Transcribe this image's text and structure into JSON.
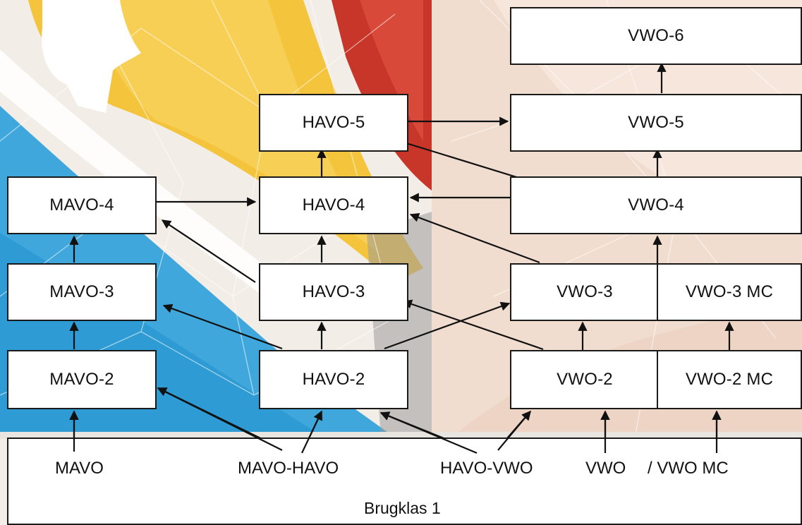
{
  "boxes": {
    "vwo6": "VWO-6",
    "havo5": "HAVO-5",
    "vwo5": "VWO-5",
    "mavo4": "MAVO-4",
    "havo4": "HAVO-4",
    "vwo4": "VWO-4",
    "mavo3": "MAVO-3",
    "havo3": "HAVO-3",
    "vwo3": "VWO-3",
    "vwo3mc": "VWO-3 MC",
    "mavo2": "MAVO-2",
    "havo2": "HAVO-2",
    "vwo2": "VWO-2",
    "vwo2mc": "VWO-2 MC"
  },
  "brugklas": {
    "title": "Brugklas 1",
    "streams": {
      "mavo": "MAVO",
      "mavo_havo": "MAVO-HAVO",
      "havo_vwo": "HAVO-VWO",
      "vwo": "VWO",
      "vwo_mc": "/ VWO MC"
    }
  },
  "colors": {
    "box_fill": "#ffffff",
    "box_border": "#1a1a1a",
    "arrow": "#111111",
    "bg_blue": "#3fa7dc",
    "bg_yellow": "#f4c43c",
    "bg_red": "#c8362a",
    "bg_peach": "#f3d9c9"
  }
}
